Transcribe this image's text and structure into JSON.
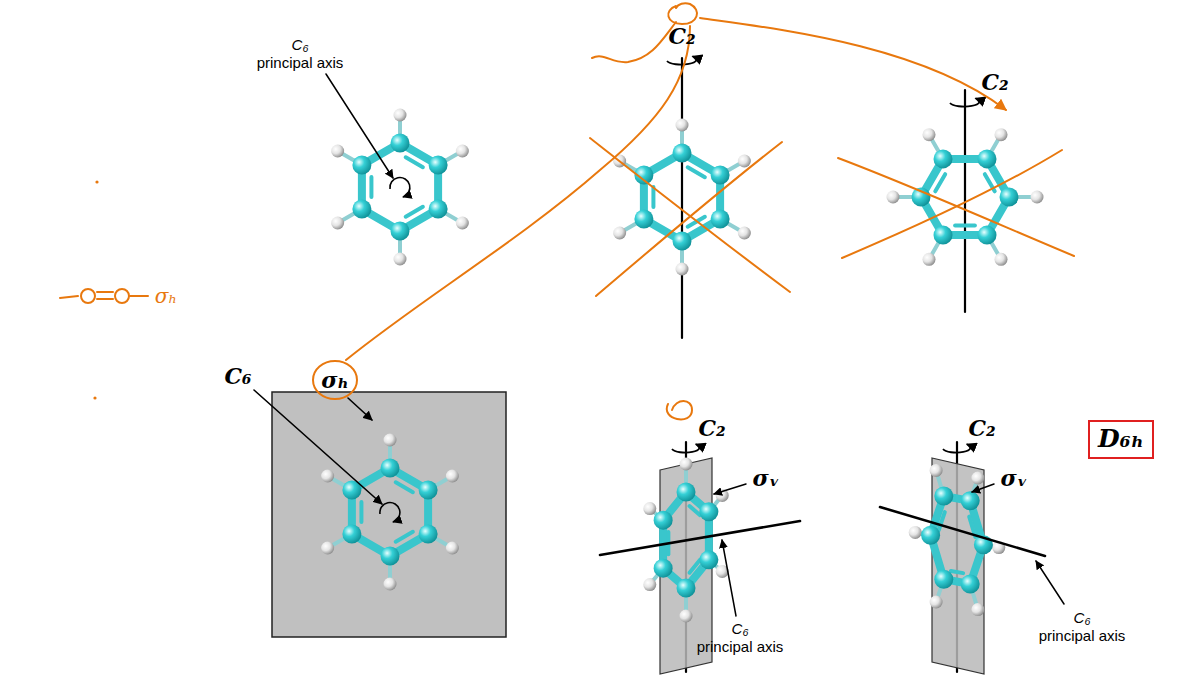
{
  "diagram": {
    "nodes": [
      {
        "text": [
          "D₆ₕ"
        ]
      }
    ],
    "labels": [
      "C₆ principal axis",
      "C₂",
      "C₂",
      "C₆",
      "σₕ",
      "C₂",
      "σᵥ",
      "C₆ principal axis",
      "C₂",
      "σᵥ",
      "C₆ principal axis",
      "σₕ"
    ]
  }
}
